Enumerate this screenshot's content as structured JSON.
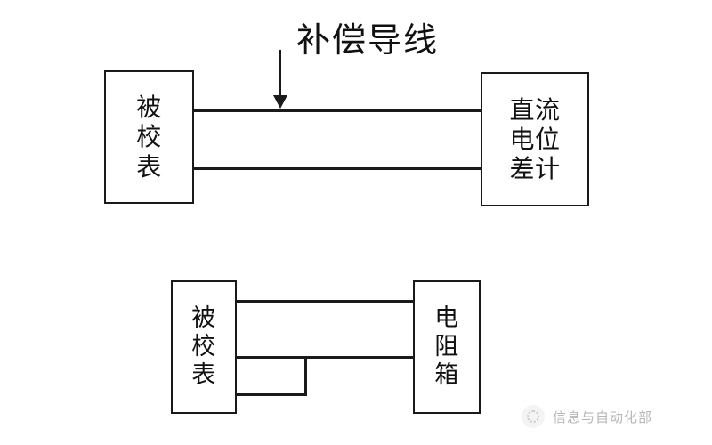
{
  "figure": {
    "background_color": "#ffffff",
    "line_color": "#1a1a1a",
    "text_color": "#111111"
  },
  "top_diagram": {
    "annotation_label": "补偿导线",
    "left_box": {
      "label": "被校表",
      "chars": [
        "被",
        "校",
        "表"
      ]
    },
    "right_box": {
      "label": "直流电位差计",
      "chars": [
        "直流",
        "电位",
        "差计"
      ]
    },
    "wire_count": 2
  },
  "bottom_diagram": {
    "left_box": {
      "label": "被校表",
      "chars": [
        "被",
        "校",
        "表"
      ]
    },
    "right_box": {
      "label": "电阻箱",
      "chars": [
        "电",
        "阻",
        "箱"
      ]
    },
    "wire_count": 3
  },
  "watermark": {
    "text": "信息与自动化部",
    "logo_name": "circular-badge-logo",
    "color": "#9a9a9a"
  }
}
